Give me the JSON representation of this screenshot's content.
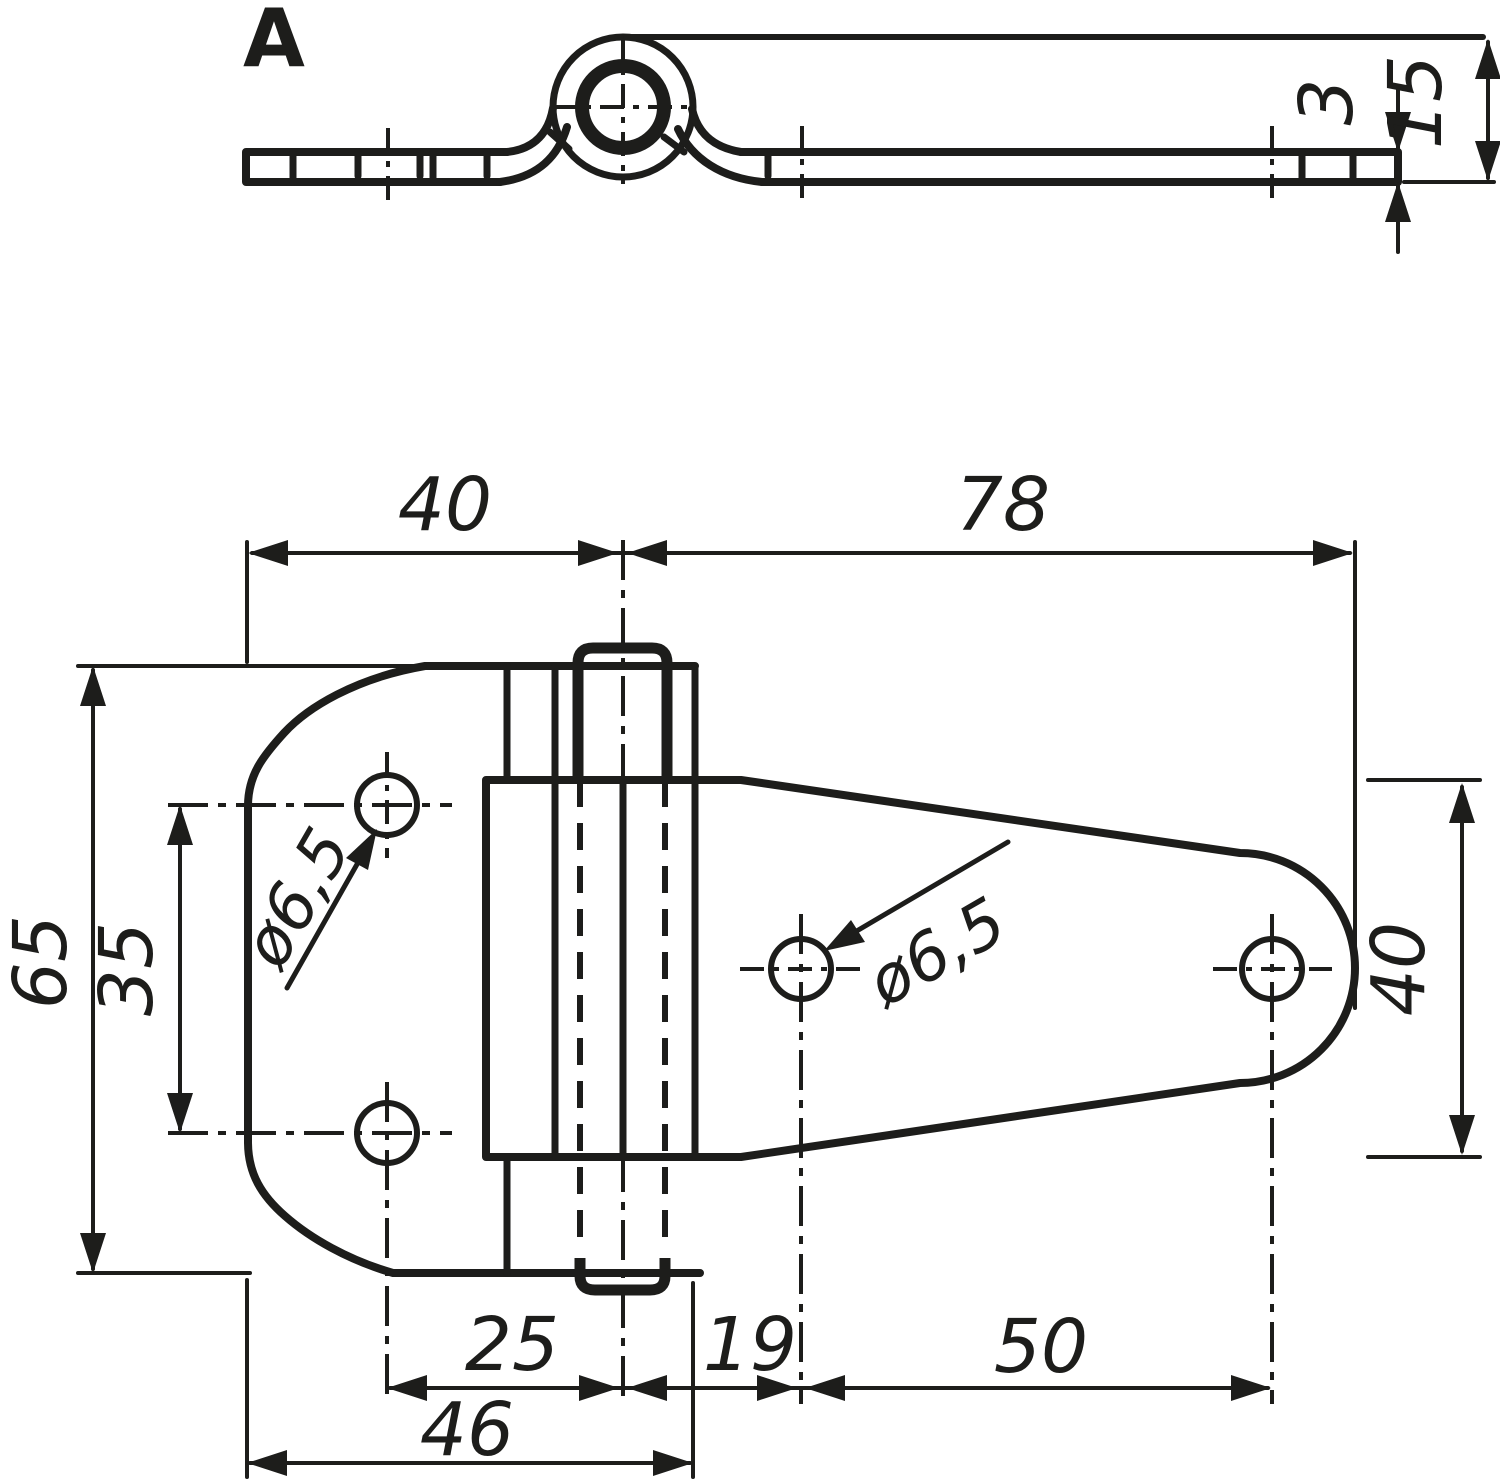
{
  "drawing": {
    "view_label": "A",
    "side_view": {
      "material_thickness": "3",
      "total_height": "15"
    },
    "plan_view": {
      "plate_width": "40",
      "strap_length": "78",
      "plate_height": "65",
      "plate_hole_spacing": "35",
      "plate_hole_diameter": "ø6,5",
      "strap_hole_diameter": "ø6,5",
      "strap_width": "40",
      "pin_to_plate_holes": "25",
      "pin_to_strap_hole": "19",
      "strap_hole_spacing": "50",
      "plate_edge_to_knuckle": "46"
    },
    "colors": {
      "ink": "#1d1d1b",
      "paper": "#ffffff"
    }
  }
}
